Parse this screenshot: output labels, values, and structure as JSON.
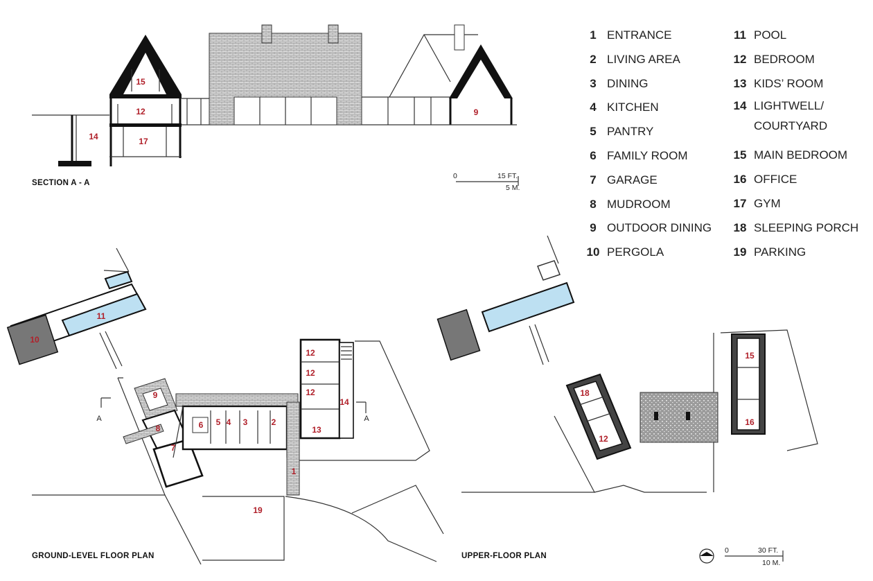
{
  "legend": {
    "col1": [
      {
        "num": "1",
        "name": "ENTRANCE"
      },
      {
        "num": "2",
        "name": "LIVING AREA"
      },
      {
        "num": "3",
        "name": "DINING"
      },
      {
        "num": "4",
        "name": "KITCHEN"
      },
      {
        "num": "5",
        "name": "PANTRY"
      },
      {
        "num": "6",
        "name": "FAMILY ROOM"
      },
      {
        "num": "7",
        "name": "GARAGE"
      },
      {
        "num": "8",
        "name": "MUDROOM"
      },
      {
        "num": "9",
        "name": "OUTDOOR DINING"
      },
      {
        "num": "10",
        "name": "PERGOLA"
      }
    ],
    "col2": [
      {
        "num": "11",
        "name": "POOL"
      },
      {
        "num": "12",
        "name": "BEDROOM"
      },
      {
        "num": "13",
        "name": "KIDS’ ROOM"
      },
      {
        "num": "14",
        "name": "LIGHTWELL/",
        "name2": "COURTYARD"
      },
      {
        "num": "15",
        "name": "MAIN BEDROOM"
      },
      {
        "num": "16",
        "name": "OFFICE"
      },
      {
        "num": "17",
        "name": "GYM"
      },
      {
        "num": "18",
        "name": "SLEEPING PORCH"
      },
      {
        "num": "19",
        "name": "PARKING"
      }
    ]
  },
  "captions": {
    "section": "SECTION A - A",
    "ground": "GROUND-LEVEL FLOOR PLAN",
    "upper": "UPPER-FLOOR PLAN"
  },
  "scale_section": {
    "zero": "0",
    "ft": "15 FT.",
    "m": "5 M."
  },
  "scale_plan": {
    "zero": "0",
    "ft": "30 FT.",
    "m": "10 M."
  },
  "section_labels": {
    "l15": "15",
    "l12": "12",
    "l17": "17",
    "l14": "14",
    "l9": "9"
  },
  "ground_labels": {
    "l11": "11",
    "l10": "10",
    "l9": "9",
    "l8": "8",
    "l7": "7",
    "l6": "6",
    "l5": "5",
    "l4": "4",
    "l3": "3",
    "l2": "2",
    "l12a": "12",
    "l12b": "12",
    "l12c": "12",
    "l13": "13",
    "l14": "14",
    "l1": "1",
    "l19": "19"
  },
  "upper_labels": {
    "l18": "18",
    "l12": "12",
    "l15": "15",
    "l16": "16"
  },
  "cut_marks": {
    "left": "A",
    "right": "A"
  },
  "colors": {
    "label_red": "#b0202a",
    "pool_blue": "#bde0f2",
    "line": "#111111"
  }
}
